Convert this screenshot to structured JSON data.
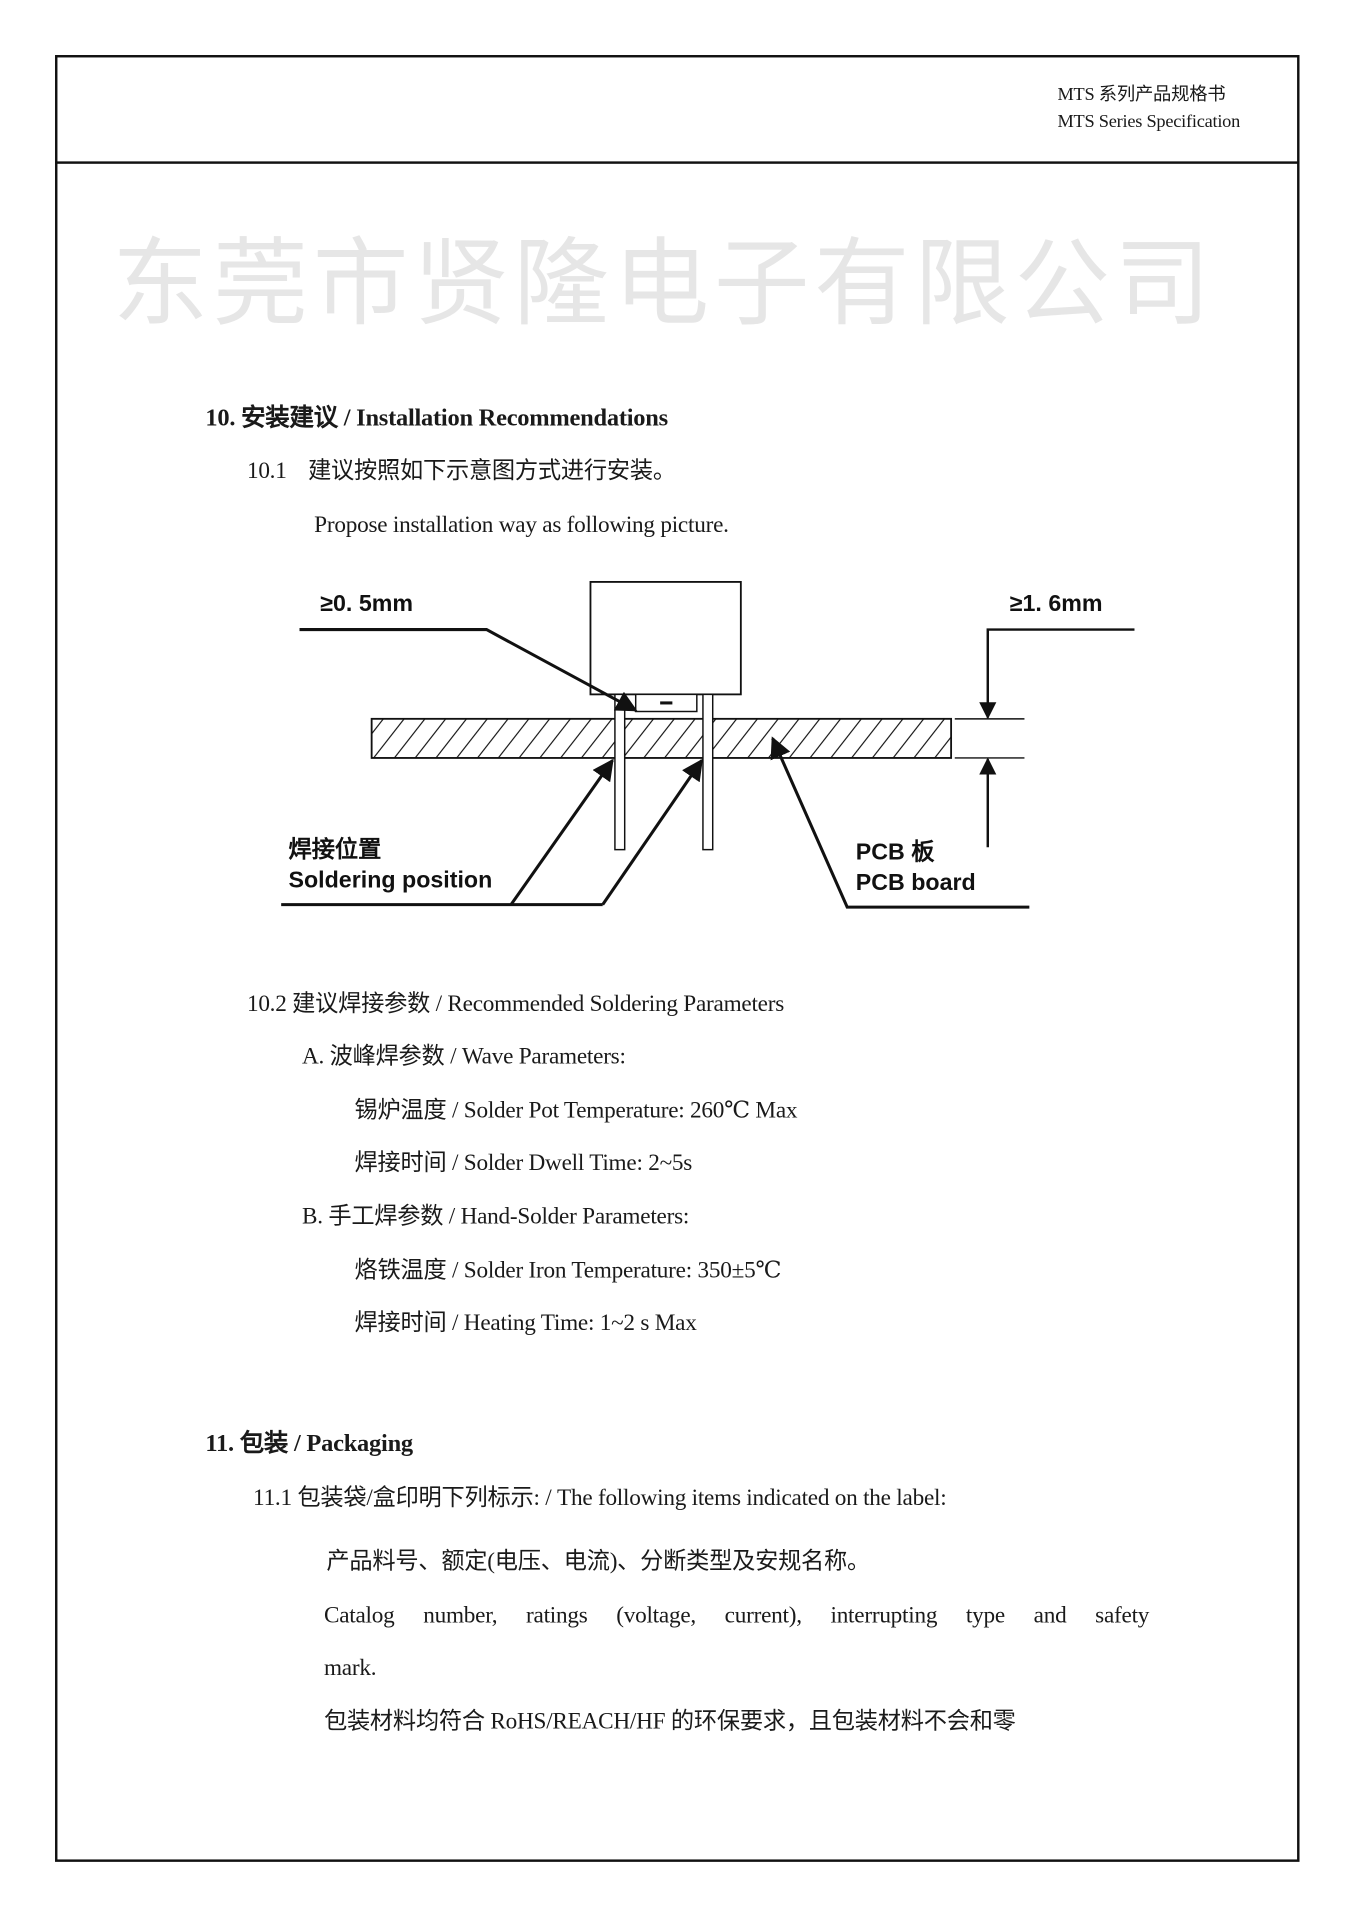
{
  "header": {
    "title_cn": "MTS 系列产品规格书",
    "title_en": "MTS Series Specification"
  },
  "watermark": "东莞市贤隆电子有限公司",
  "section10": {
    "heading": "10. 安装建议  / Installation Recommendations",
    "s10_1_num": "10.1",
    "s10_1_cn": "建议按照如下示意图方式进行安装。",
    "s10_1_en": "Propose installation way as following picture.",
    "diagram": {
      "clearance_label": "≥0. 5mm",
      "thickness_label": "≥1. 6mm",
      "solder_cn": "焊接位置",
      "solder_en": "Soldering position",
      "pcb_cn": "PCB 板",
      "pcb_en": "PCB board"
    },
    "s10_2": "10.2  建议焊接参数  / Recommended Soldering Parameters",
    "wave": {
      "title": "A.   波峰焊参数  / Wave Parameters:",
      "temp": "锡炉温度  / Solder Pot Temperature: 260℃  Max",
      "time": "焊接时间  / Solder Dwell Time: 2~5s"
    },
    "hand": {
      "title": "B.   手工焊参数  / Hand-Solder Parameters:",
      "temp": "烙铁温度  / Solder Iron Temperature: 350±5℃",
      "time": "焊接时间  / Heating Time: 1~2 s Max"
    }
  },
  "section11": {
    "heading": "11. 包装  / Packaging",
    "s11_1": "11.1  包装袋/盒印明下列标示: / The following items indicated on the label:",
    "items_cn": "产品料号、额定(电压、电流)、分断类型及安规名称。",
    "items_en_line1": "Catalog number, ratings (voltage, current), interrupting type and safety",
    "items_en_line2": "mark.",
    "rohs": "包装材料均符合 RoHS/REACH/HF 的环保要求，且包装材料不会和零"
  }
}
